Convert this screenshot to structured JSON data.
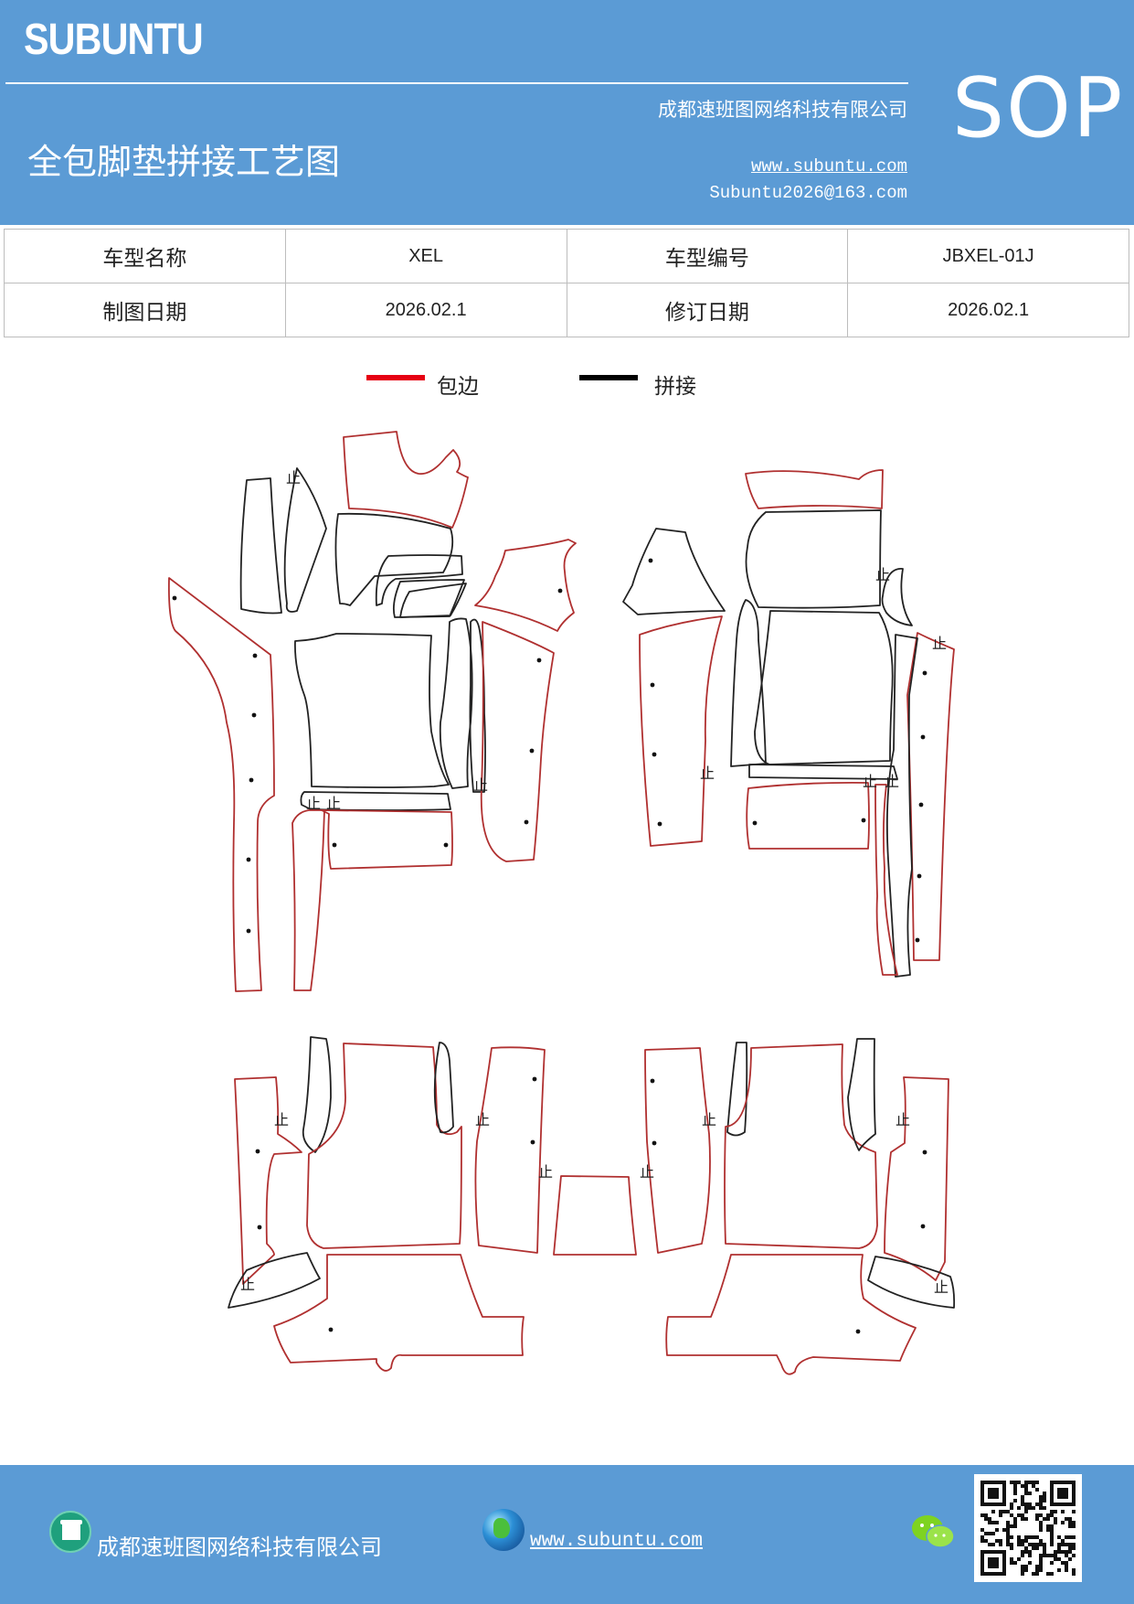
{
  "header": {
    "logo": "SUBUNTU",
    "company": "成都速班图网络科技有限公司",
    "title": "全包脚垫拼接工艺图",
    "website": "www.subuntu.com",
    "email": "Subuntu2026@163.com",
    "badge": "SOP"
  },
  "info_table": {
    "row1": {
      "label1": "车型名称",
      "value1": "XEL",
      "label2": "车型编号",
      "value2": "JBXEL-01J"
    },
    "row2": {
      "label1": "制图日期",
      "value1": "2026.02.1",
      "label2": "修订日期",
      "value2": "2026.02.1"
    }
  },
  "legend": {
    "items": [
      {
        "label": "包边",
        "color": "#e60012"
      },
      {
        "label": "拼接",
        "color": "#000000"
      }
    ]
  },
  "diagram": {
    "edge_color": "#b03030",
    "seam_color": "#222222",
    "mark": "止"
  },
  "footer": {
    "company": "成都速班图网络科技有限公司",
    "website": "www.subuntu.com",
    "icons": [
      "building-icon",
      "globe-icon",
      "wechat-icon",
      "qr-code"
    ]
  }
}
